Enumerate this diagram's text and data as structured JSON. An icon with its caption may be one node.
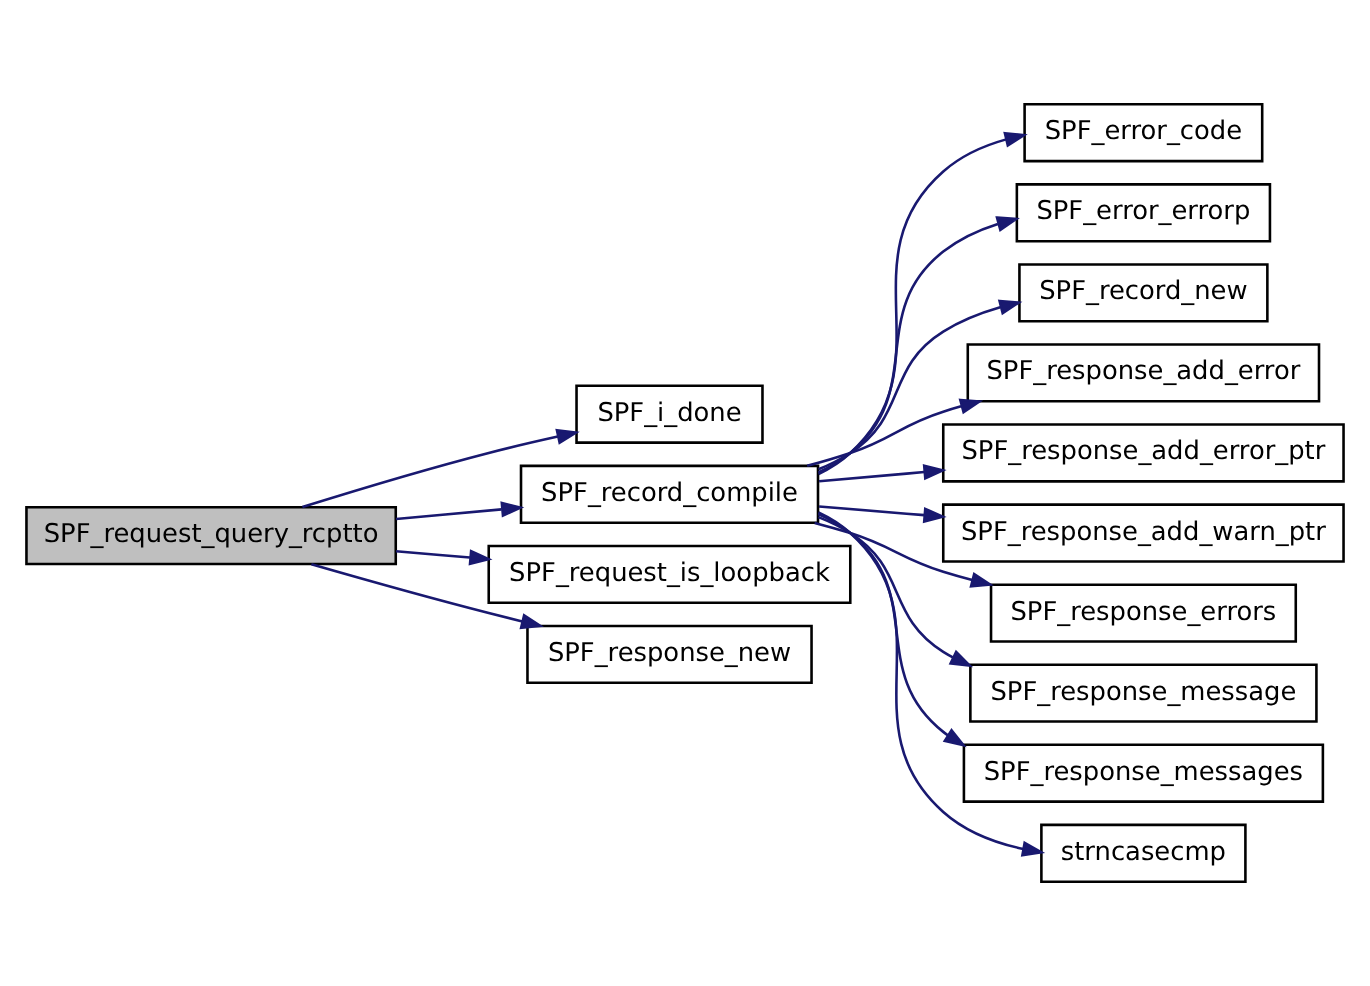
{
  "diagram": {
    "nodes": [
      {
        "text": [
          "SPF_request_query_rcptto"
        ]
      },
      {
        "text": [
          "SPF_i_done"
        ]
      },
      {
        "text": [
          "SPF_record_compile"
        ]
      },
      {
        "text": [
          "SPF_request_is_loopback"
        ]
      },
      {
        "text": [
          "SPF_response_new"
        ]
      },
      {
        "text": [
          "SPF_error_code"
        ]
      },
      {
        "text": [
          "SPF_error_errorp"
        ]
      },
      {
        "text": [
          "SPF_record_new"
        ]
      },
      {
        "text": [
          "SPF_response_add_error"
        ]
      },
      {
        "text": [
          "SPF_response_add_error_ptr"
        ]
      },
      {
        "text": [
          "SPF_response_add_warn_ptr"
        ]
      },
      {
        "text": [
          "SPF_response_errors"
        ]
      },
      {
        "text": [
          "SPF_response_message"
        ]
      },
      {
        "text": [
          "SPF_response_messages"
        ]
      },
      {
        "text": [
          "strncasecmp"
        ]
      }
    ],
    "edges": [
      {
        "from": 0,
        "to": 1,
        "arrow": "to"
      },
      {
        "from": 0,
        "to": 2,
        "arrow": "to"
      },
      {
        "from": 0,
        "to": 3,
        "arrow": "to"
      },
      {
        "from": 0,
        "to": 4,
        "arrow": "to"
      },
      {
        "from": 2,
        "to": 5,
        "arrow": "to"
      },
      {
        "from": 2,
        "to": 6,
        "arrow": "to"
      },
      {
        "from": 2,
        "to": 7,
        "arrow": "to"
      },
      {
        "from": 2,
        "to": 8,
        "arrow": "to"
      },
      {
        "from": 2,
        "to": 9,
        "arrow": "to"
      },
      {
        "from": 2,
        "to": 10,
        "arrow": "to"
      },
      {
        "from": 2,
        "to": 11,
        "arrow": "to"
      },
      {
        "from": 2,
        "to": 12,
        "arrow": "to"
      },
      {
        "from": 2,
        "to": 13,
        "arrow": "to"
      },
      {
        "from": 2,
        "to": 14,
        "arrow": "to"
      }
    ]
  }
}
